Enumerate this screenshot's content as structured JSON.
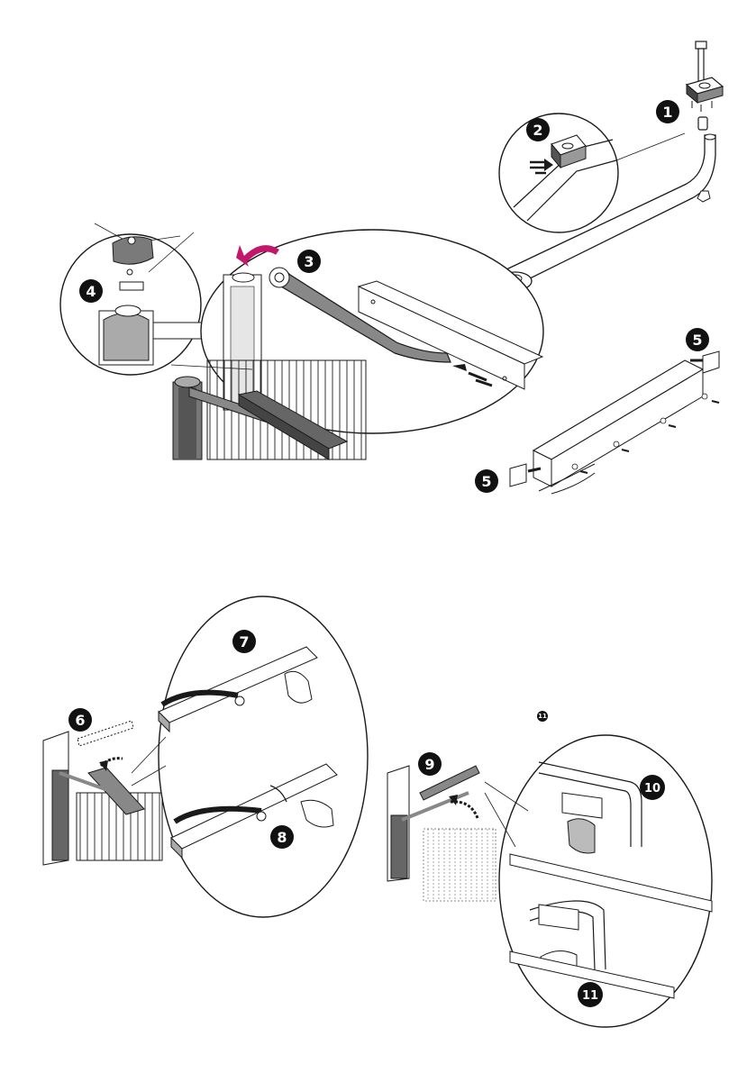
{
  "steps": {
    "s1": "1",
    "s2": "2",
    "s3": "3",
    "s4": "4",
    "s5a": "5",
    "s5b": "5",
    "s6": "6",
    "s7": "7",
    "s8": "8",
    "s9": "9",
    "s10": "10",
    "s11": "11"
  },
  "inline_ref": "11",
  "colors": {
    "ink": "#1a1a1a",
    "shade": "#7a7a7a",
    "light_shade": "#bdbdbd",
    "rotate_arrow": "#c2186b",
    "badge": "#111111"
  },
  "icons": [
    "bolt-icon",
    "arm-icon",
    "gear-motor-icon",
    "rail-icon",
    "end-cap-icon",
    "hand-icon",
    "rotate-arrow-icon",
    "gate-icon"
  ]
}
